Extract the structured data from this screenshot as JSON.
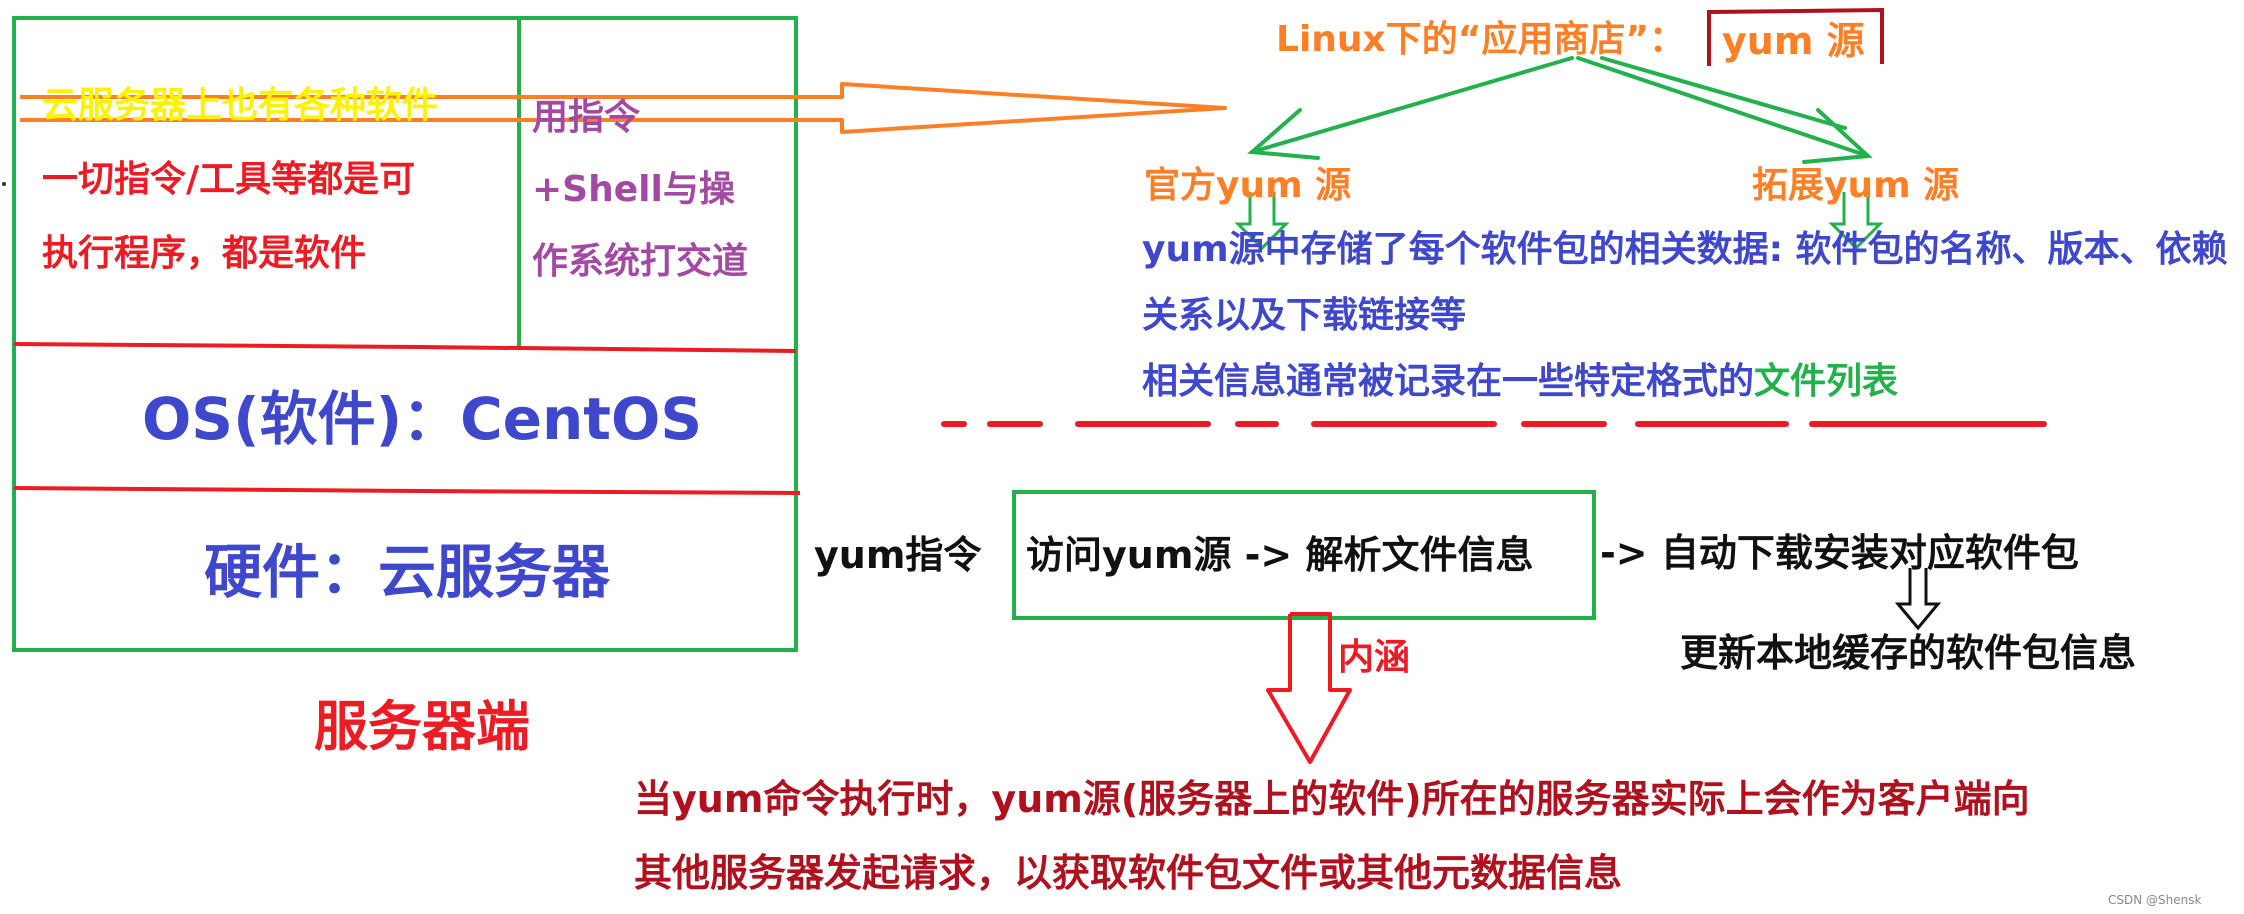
{
  "colors": {
    "green": "#22b14c",
    "red": "#ed1c24",
    "yellow": "#fff200",
    "purple": "#a349a4",
    "blue": "#3f48cc",
    "orange": "#ff7f27",
    "dark_red": "#b0111f",
    "black": "#111111"
  },
  "server_box": {
    "software_text_lines": [
      "云服务器上也有各种软件",
      "一切指令/工具等都是可",
      "执行程序，都是软件"
    ],
    "shell_text_lines": [
      "用指令",
      "+Shell与操",
      "作系统打交道"
    ],
    "os_label": "OS(软件)：CentOS",
    "hardware_label": "硬件：云服务器",
    "caption": "服务器端"
  },
  "yum_repo": {
    "title_prefix": "Linux下的“应用商店”：",
    "title_highlight": "yum 源",
    "official_label": "官方yum 源",
    "extended_label": "拓展yum 源",
    "description_lines": [
      "yum源中存储了每个软件包的相关数据: 软件包的名称、版本、依赖",
      "关系以及下载链接等"
    ],
    "description_line3_prefix": "相关信息通常被记录在一些特定格式的",
    "description_line3_highlight": "文件列表"
  },
  "flow": {
    "command_label": "yum指令",
    "boxed_step": "访问yum源 -> 解析文件信息",
    "next_step": "-> 自动下载安装对应软件包",
    "update_step": "更新本地缓存的软件包信息",
    "connotation_label": "内涵",
    "explanation_lines": [
      "当yum命令执行时，yum源(服务器上的软件)所在的服务器实际上会作为客户端向",
      "其他服务器发起请求，以获取软件包文件或其他元数据信息"
    ]
  },
  "watermark": "CSDN @Shensk"
}
